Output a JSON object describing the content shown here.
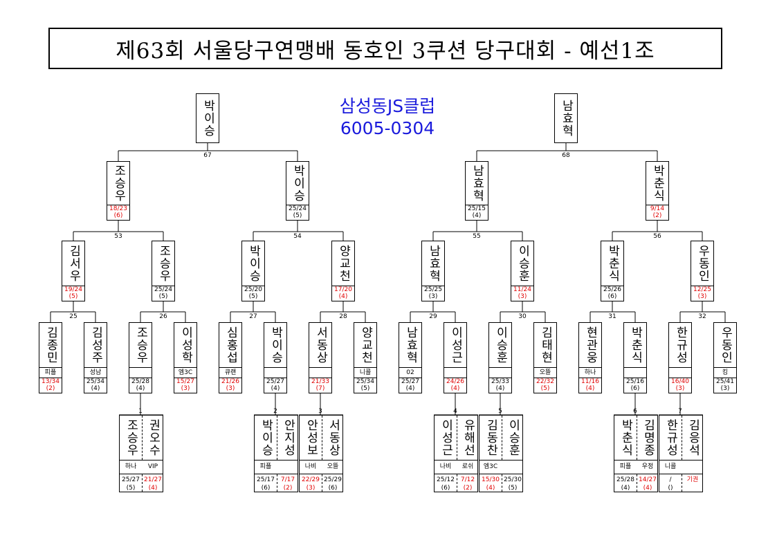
{
  "title": "제63회 서울당구연맹배 동호인 3쿠션 당구대회 - 예선1조",
  "club": {
    "name": "삼성동JS클럽",
    "phone": "6005-0304"
  },
  "finals": [
    {
      "name": "박이승",
      "match": "67"
    },
    {
      "name": "남효혁",
      "match": "68"
    }
  ],
  "semis": [
    {
      "name": "조승우",
      "score": "18/23",
      "rank": "(6)",
      "red": true
    },
    {
      "name": "박이승",
      "score": "25/24",
      "rank": "(5)",
      "red": false
    },
    {
      "name": "남효혁",
      "score": "25/15",
      "rank": "(4)",
      "red": false
    },
    {
      "name": "박춘식",
      "score": "9/14",
      "rank": "(2)",
      "red": true
    }
  ],
  "semi_matches": [
    "53",
    "54",
    "55",
    "56"
  ],
  "quarters": [
    {
      "name": "김서우",
      "score": "19/24",
      "rank": "(5)",
      "red": true
    },
    {
      "name": "조승우",
      "score": "25/24",
      "rank": "(5)",
      "red": false
    },
    {
      "name": "박이승",
      "score": "25/20",
      "rank": "(5)",
      "red": false
    },
    {
      "name": "양교천",
      "score": "17/20",
      "rank": "(4)",
      "red": true
    },
    {
      "name": "남효혁",
      "score": "25/25",
      "rank": "(3)",
      "red": false
    },
    {
      "name": "이승훈",
      "score": "11/24",
      "rank": "(3)",
      "red": true
    },
    {
      "name": "박춘식",
      "score": "25/26",
      "rank": "(6)",
      "red": false
    },
    {
      "name": "우동인",
      "score": "12/25",
      "rank": "(3)",
      "red": true
    }
  ],
  "quarter_matches": [
    "25",
    "26",
    "27",
    "28",
    "29",
    "30",
    "31",
    "32"
  ],
  "round16": [
    {
      "name": "김종민",
      "club": "피플",
      "score": "13/34",
      "rank": "(2)",
      "red": true
    },
    {
      "name": "김성주",
      "club": "성남",
      "score": "25/34",
      "rank": "(4)",
      "red": false
    },
    {
      "name": "조승우",
      "club": "",
      "score": "25/28",
      "rank": "(4)",
      "red": false
    },
    {
      "name": "이성학",
      "club": "엠3C",
      "score": "15/27",
      "rank": "(3)",
      "red": true
    },
    {
      "name": "심홍섭",
      "club": "큐랜",
      "score": "21/26",
      "rank": "(3)",
      "red": true
    },
    {
      "name": "박이승",
      "club": "",
      "score": "25/27",
      "rank": "(4)",
      "red": false
    },
    {
      "name": "서동상",
      "club": "",
      "score": "21/33",
      "rank": "(7)",
      "red": true
    },
    {
      "name": "양교천",
      "club": "니콜",
      "score": "25/34",
      "rank": "(5)",
      "red": false
    },
    {
      "name": "남효혁",
      "club": "02",
      "score": "25/27",
      "rank": "(4)",
      "red": false
    },
    {
      "name": "이성근",
      "club": "",
      "score": "24/26",
      "rank": "(4)",
      "red": true
    },
    {
      "name": "이승훈",
      "club": "",
      "score": "25/33",
      "rank": "(4)",
      "red": false
    },
    {
      "name": "김태현",
      "club": "오뜰",
      "score": "22/32",
      "rank": "(5)",
      "red": true
    },
    {
      "name": "현관웅",
      "club": "하나",
      "score": "11/16",
      "rank": "(4)",
      "red": true
    },
    {
      "name": "박춘식",
      "club": "",
      "score": "25/16",
      "rank": "(6)",
      "red": false
    },
    {
      "name": "한규성",
      "club": "",
      "score": "16/40",
      "rank": "(3)",
      "red": true
    },
    {
      "name": "우동인",
      "club": "킹",
      "score": "25/41",
      "rank": "(3)",
      "red": false
    }
  ],
  "prelim": [
    {
      "match": "1",
      "parent": 2,
      "players": [
        {
          "name": "조승우",
          "club": "하나",
          "score": "25/27",
          "rank": "(5)",
          "red": false
        },
        {
          "name": "권오수",
          "club": "VIP",
          "score": "21/27",
          "rank": "(4)",
          "red": true
        }
      ]
    },
    {
      "match": "2",
      "parent": 5,
      "players": [
        {
          "name": "박이승",
          "club": "피플",
          "score": "25/17",
          "rank": "(6)",
          "red": false
        },
        {
          "name": "안지성",
          "club": "",
          "score": "7/17",
          "rank": "(2)",
          "red": true
        }
      ]
    },
    {
      "match": "3",
      "parent": 6,
      "players": [
        {
          "name": "안성보",
          "club": "나비",
          "score": "22/29",
          "rank": "(3)",
          "red": true
        },
        {
          "name": "서동상",
          "club": "오뜰",
          "score": "25/29",
          "rank": "(6)",
          "red": false
        }
      ]
    },
    {
      "match": "4",
      "parent": 9,
      "players": [
        {
          "name": "이성근",
          "club": "나비",
          "score": "25/12",
          "rank": "(6)",
          "red": false
        },
        {
          "name": "유해선",
          "club": "로쉬",
          "score": "7/12",
          "rank": "(2)",
          "red": true
        }
      ]
    },
    {
      "match": "5",
      "parent": 10,
      "players": [
        {
          "name": "김동찬",
          "club": "엠3C",
          "score": "15/30",
          "rank": "(4)",
          "red": true
        },
        {
          "name": "이승훈",
          "club": "",
          "score": "25/30",
          "rank": "(5)",
          "red": false
        }
      ]
    },
    {
      "match": "6",
      "parent": 13,
      "players": [
        {
          "name": "박춘식",
          "club": "피플",
          "score": "25/28",
          "rank": "(4)",
          "red": false
        },
        {
          "name": "김명종",
          "club": "우정",
          "score": "14/27",
          "rank": "(4)",
          "red": true
        }
      ]
    },
    {
      "match": "7",
      "parent": 14,
      "players": [
        {
          "name": "한규성",
          "club": "니콜",
          "score": "/",
          "rank": "()",
          "red": false
        },
        {
          "name": "김응석",
          "club": "",
          "score": "기권",
          "rank": "",
          "red": true
        }
      ]
    }
  ]
}
